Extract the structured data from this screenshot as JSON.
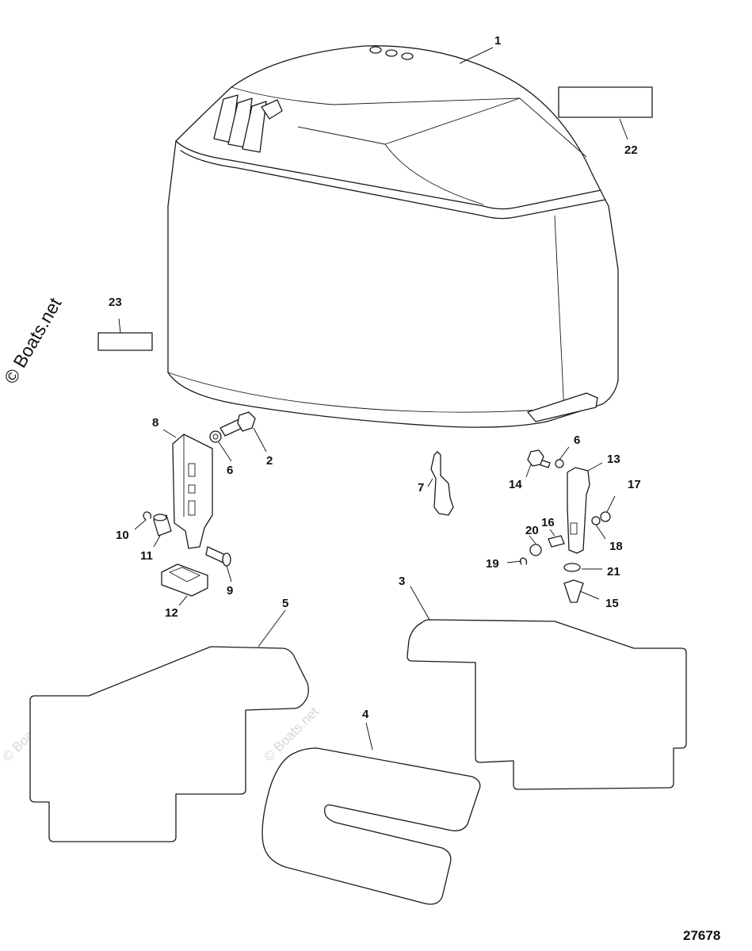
{
  "diagram": {
    "watermark_text": "© Boats.net",
    "reference_number": "27678",
    "callouts": [
      "1",
      "2",
      "3",
      "4",
      "5",
      "6",
      "6",
      "7",
      "8",
      "9",
      "10",
      "11",
      "12",
      "13",
      "14",
      "15",
      "16",
      "17",
      "18",
      "19",
      "20",
      "21",
      "22",
      "23"
    ]
  }
}
